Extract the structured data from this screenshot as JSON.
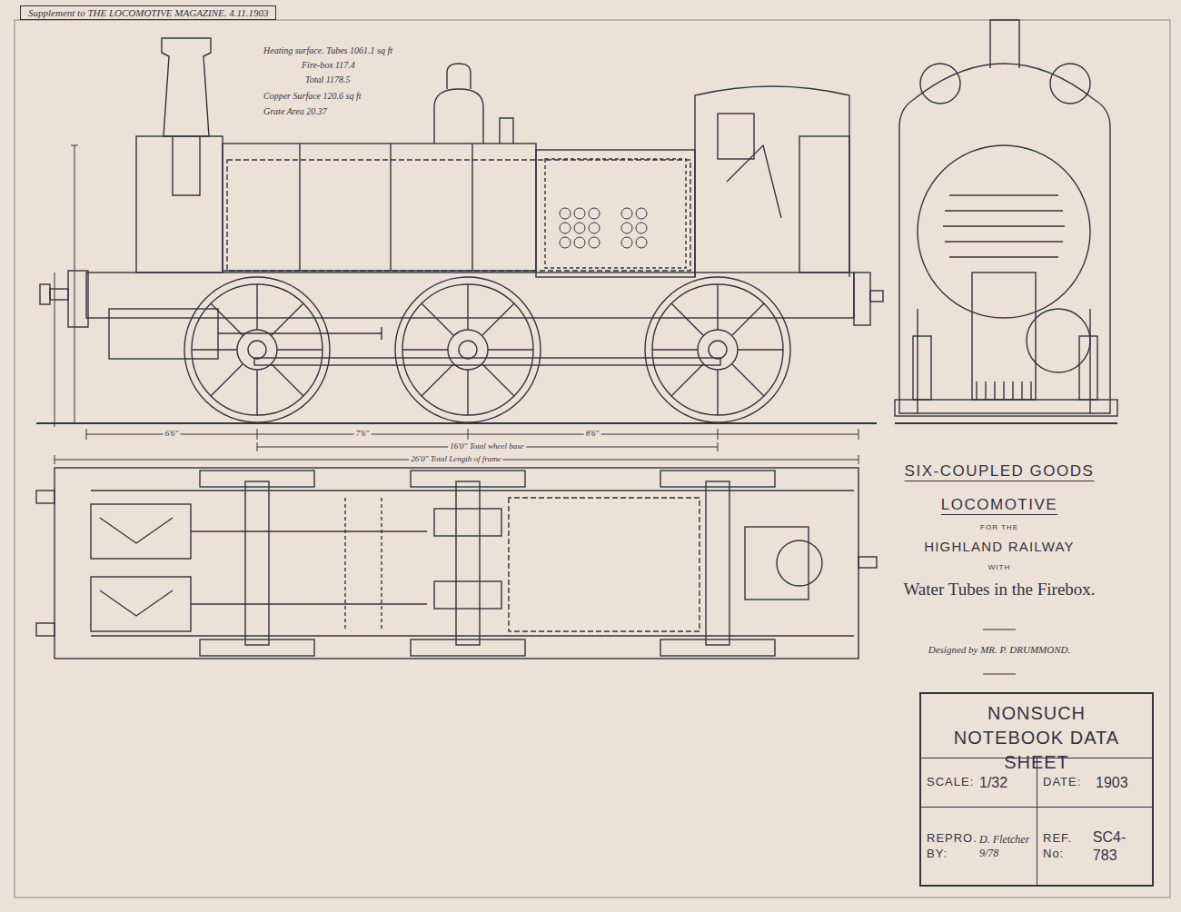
{
  "diagram": {
    "title": "SIX-COUPLED GOODS LOCOMOTIVE",
    "nodes": [
      {
        "text": [
          "Supplement to THE LOCOMOTIVE MAGAZINE. 4.11.1903"
        ]
      },
      {
        "text": [
          "NONSUCH NOTEBOOK DATA SHEET"
        ]
      },
      {
        "text": [
          "SCALE:",
          "1/32"
        ],
        "in": 1
      },
      {
        "text": [
          "DATE:",
          "1903"
        ],
        "in": 1
      },
      {
        "text": [
          "REPRO. BY:",
          "D. Fletcher 9/78"
        ],
        "in": 1
      },
      {
        "text": [
          "REF. No:",
          "SC4-783"
        ],
        "in": 1
      }
    ],
    "labels": [
      "Heating surface. Tubes 1061.1 sq ft",
      "Fire-box 117.4",
      "Total 1178.5",
      "Copper Surface 120.6 sq ft",
      "Grate Area 20.37",
      "6'6\"",
      "7'6\"",
      "8'6\"",
      "16'0\" Total wheel base",
      "26'0\" Total Length of frame",
      "FOR THE",
      "HIGHLAND RAILWAY",
      "WITH",
      "Water Tubes in the Firebox.",
      "Designed by MR. P. DRUMMOND."
    ]
  }
}
